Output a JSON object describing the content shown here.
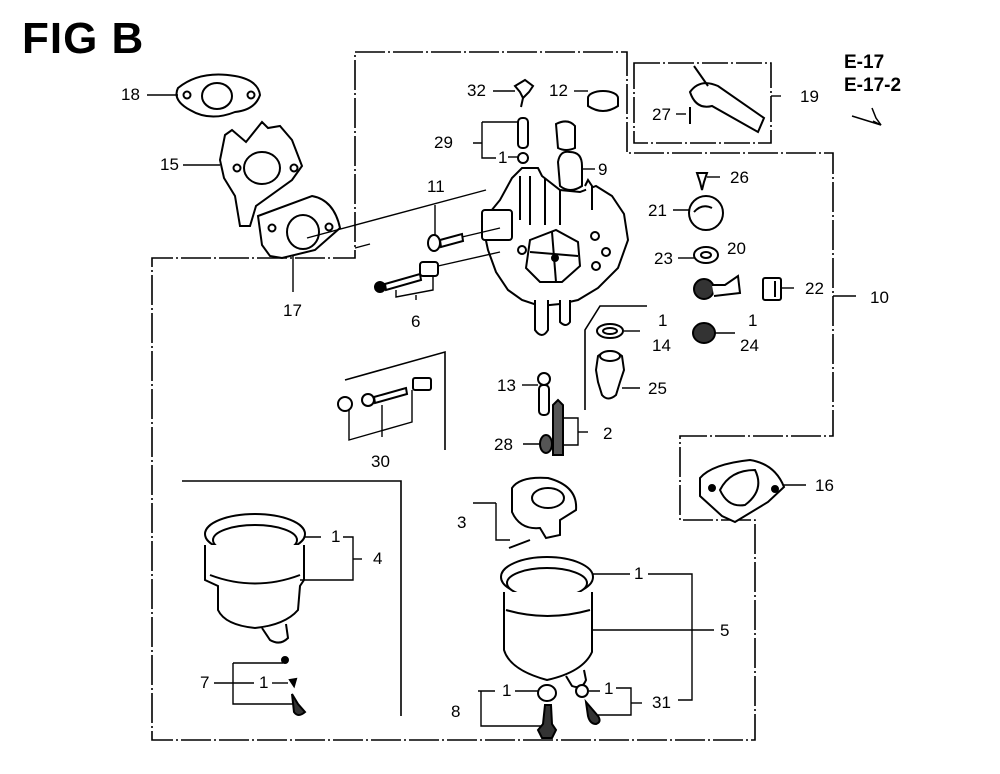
{
  "figure": {
    "title": "FIG B",
    "references": [
      "E-17",
      "E-17-2"
    ]
  },
  "callouts": {
    "c18": "18",
    "c15": "15",
    "c17": "17",
    "c32": "32",
    "c12": "12",
    "c29": "29",
    "c1_29": "1",
    "c9": "9",
    "c11": "11",
    "c6": "6",
    "c27": "27",
    "c19": "19",
    "c26": "26",
    "c21": "21",
    "c23": "23",
    "c20": "20",
    "c22": "22",
    "c10": "10",
    "c1_14": "1",
    "c14": "14",
    "c1_24": "1",
    "c24": "24",
    "c25": "25",
    "c13": "13",
    "c2": "2",
    "c28": "28",
    "c30": "30",
    "c16": "16",
    "c1_4": "1",
    "c4": "4",
    "c7": "7",
    "c1_7": "1",
    "c3": "3",
    "c1_5": "1",
    "c5": "5",
    "c8": "8",
    "c1_8": "1",
    "c1_31": "1",
    "c31": "31"
  },
  "colors": {
    "ink": "#000000",
    "paper": "#ffffff",
    "dash": "#333333"
  }
}
